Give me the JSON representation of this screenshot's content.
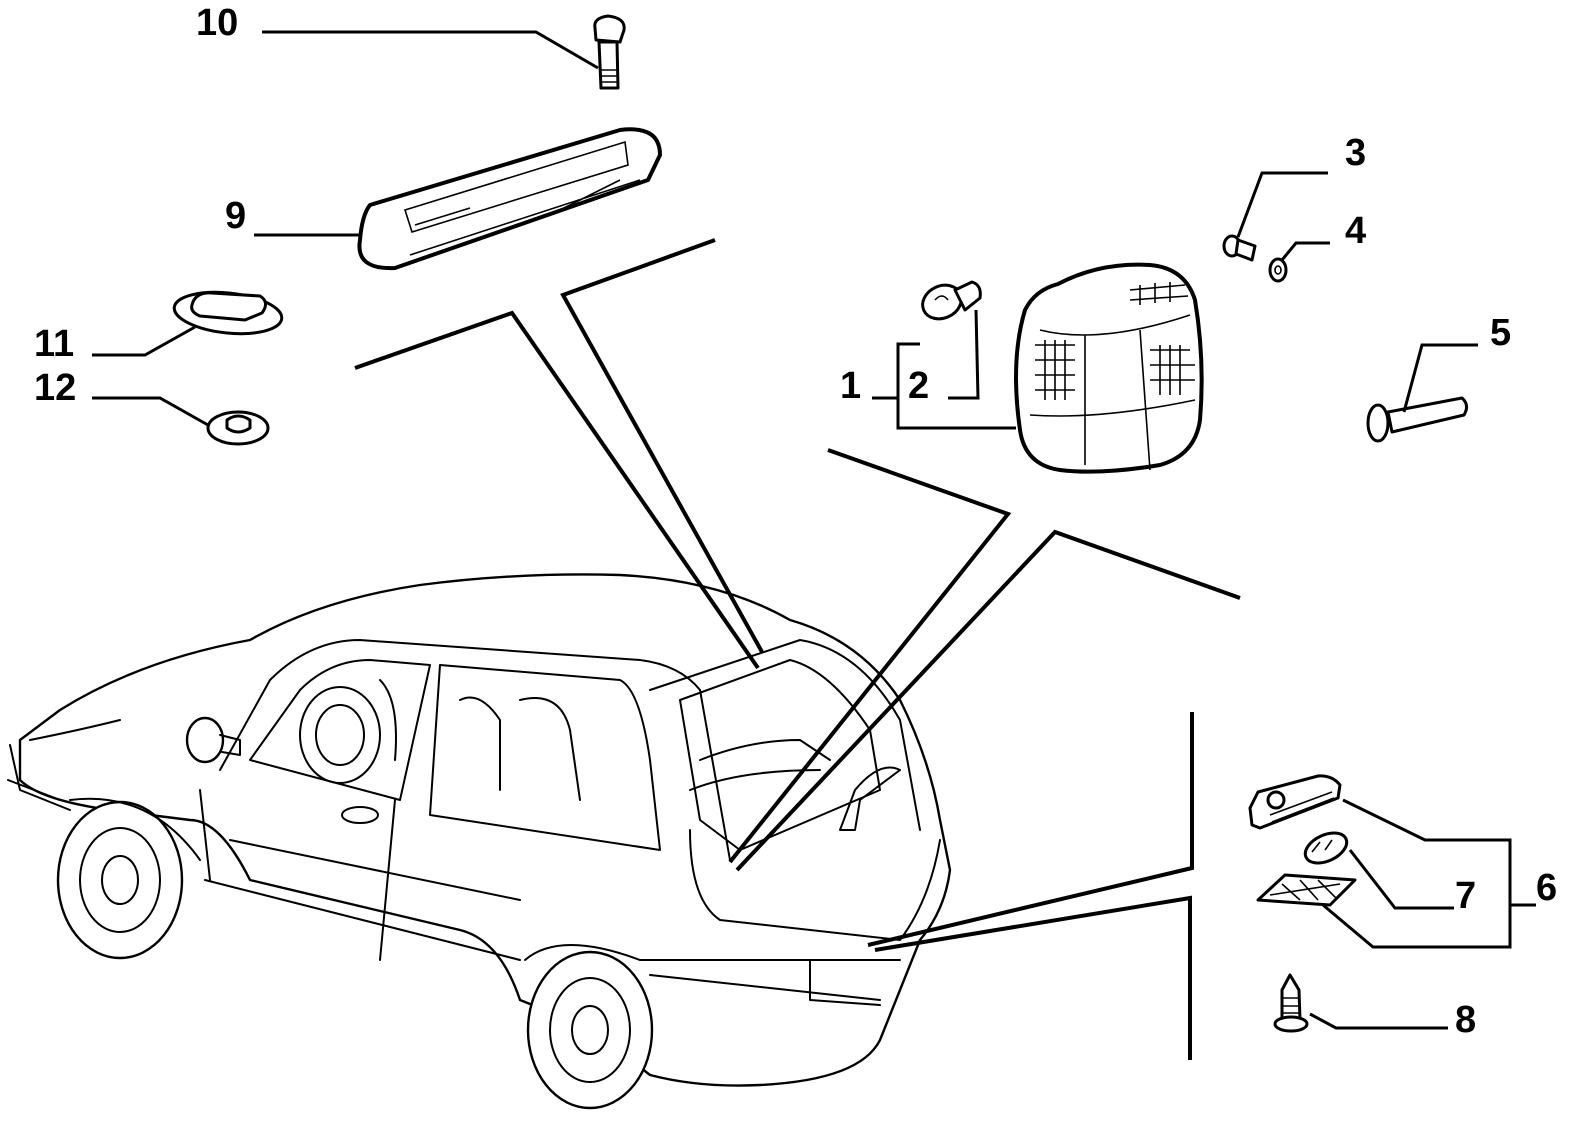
{
  "diagram": {
    "type": "exploded-parts-diagram",
    "subject": "Hatchback rear lighting components",
    "colors": {
      "ink": "#000000",
      "background": "#ffffff"
    },
    "callouts": [
      {
        "id": "1",
        "label": "1",
        "part": "rear-lamp-assembly"
      },
      {
        "id": "2",
        "label": "2",
        "part": "bulb"
      },
      {
        "id": "3",
        "label": "3",
        "part": "screw"
      },
      {
        "id": "4",
        "label": "4",
        "part": "washer"
      },
      {
        "id": "5",
        "label": "5",
        "part": "spacer-pin"
      },
      {
        "id": "6",
        "label": "6",
        "part": "number-plate-light-assembly"
      },
      {
        "id": "7",
        "label": "7",
        "part": "bulb-and-lens"
      },
      {
        "id": "8",
        "label": "8",
        "part": "self-tapping-screw"
      },
      {
        "id": "9",
        "label": "9",
        "part": "third-brake-light"
      },
      {
        "id": "10",
        "label": "10",
        "part": "bolt"
      },
      {
        "id": "11",
        "label": "11",
        "part": "gasket"
      },
      {
        "id": "12",
        "label": "12",
        "part": "grommet"
      }
    ]
  }
}
